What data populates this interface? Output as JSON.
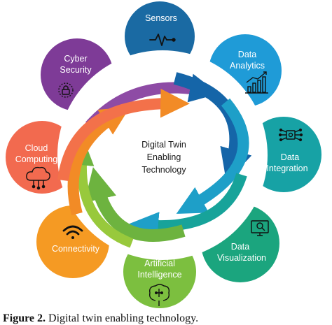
{
  "center": {
    "line1": "Digital Twin",
    "line2": "Enabling",
    "line3": "Technology"
  },
  "nodes": [
    {
      "id": "sensors",
      "label1": "Sensors",
      "label2": "",
      "color": "#1a6aa3",
      "icon": "sensor-pulse-icon"
    },
    {
      "id": "data-analytics",
      "label1": "Data",
      "label2": "Analytics",
      "color": "#1f9bd7",
      "icon": "bar-chart-icon"
    },
    {
      "id": "data-integration",
      "label1": "Data",
      "label2": "Integration",
      "color": "#17a2a5",
      "icon": "integration-chip-icon"
    },
    {
      "id": "data-visualization",
      "label1": "Data",
      "label2": "Visualization",
      "color": "#1ba57e",
      "icon": "monitor-search-icon"
    },
    {
      "id": "artificial-intelligence",
      "label1": "Artificial",
      "label2": "Intelligence",
      "color": "#7cbf3f",
      "icon": "brain-circuit-icon"
    },
    {
      "id": "connectivity",
      "label1": "Connectivity",
      "label2": "",
      "color": "#f59a23",
      "icon": "wifi-icon"
    },
    {
      "id": "cloud-computing",
      "label1": "Cloud",
      "label2": "Computing",
      "color": "#f26a4f",
      "icon": "cloud-network-icon"
    },
    {
      "id": "cyber-security",
      "label1": "Cyber",
      "label2": "Security",
      "color": "#7e3b97",
      "icon": "lock-shield-icon"
    }
  ],
  "caption": {
    "prefix": "Figure 2.",
    "text": " Digital twin enabling technology."
  }
}
